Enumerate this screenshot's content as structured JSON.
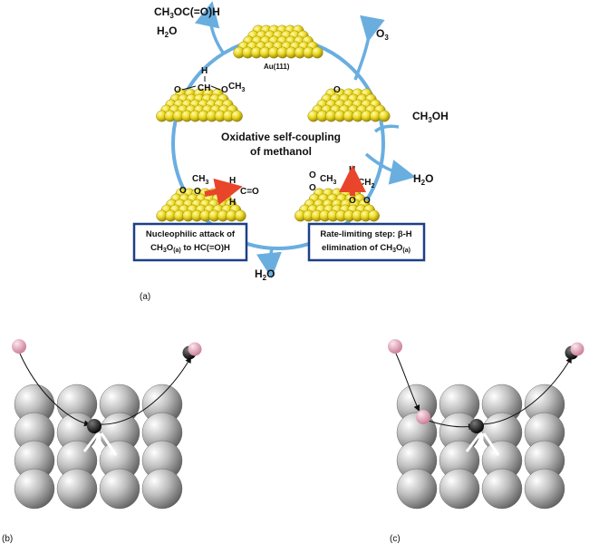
{
  "panel_a": {
    "product_formate": "CH3OC(=O)H",
    "product_water_top": "H2O",
    "surface_label": "Au(111)",
    "reactant_o3": "O3",
    "reactant_methanol": "CH3OH",
    "product_water_right": "H2O",
    "product_water_bottom": "H2O",
    "center_title_line1": "Oxidative self-coupling",
    "center_title_line2": "of methanol",
    "box_left_line1": "Nucleophilic attack of",
    "box_left_line2": "CH3O(a) to HC(=O)H",
    "box_right_line1": "Rate-limiting step: β-H",
    "box_right_line2": "elimination of CH3O(a)",
    "panel_label": "(a)"
  },
  "panel_b": {
    "panel_label": "(b)"
  },
  "panel_c": {
    "panel_label": "(c)"
  },
  "colors": {
    "cycle_arrow": "#6aaee0",
    "gold_atom": "#e8d21a",
    "box_border": "#1d3f87",
    "red_arrow": "#e8452a",
    "silver_atom": "#a8a8a8",
    "pink_atom": "#e9a0b4",
    "black_atom": "#111111"
  },
  "icons": [
    "gold-slab-icon",
    "silver-slab-icon",
    "trajectory-arrow-icon"
  ]
}
